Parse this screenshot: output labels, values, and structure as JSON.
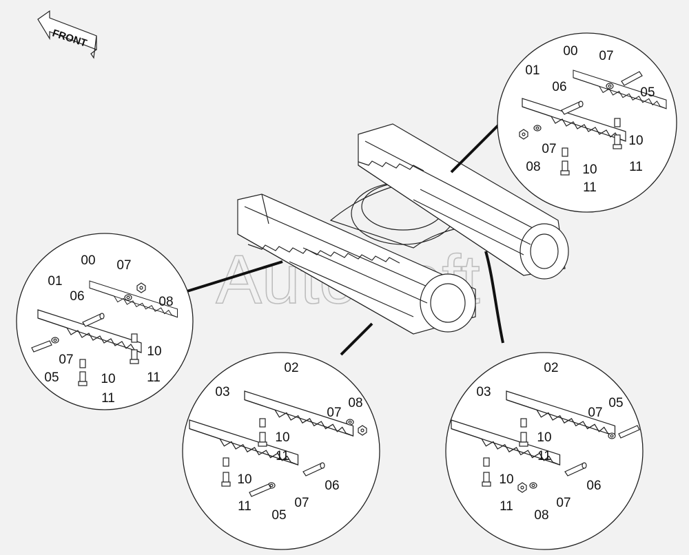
{
  "front_label": "FRONT",
  "watermark": "AutoSoft",
  "detail_views": {
    "upper_right": {
      "labels": {
        "00": "00",
        "07a": "07",
        "05": "05",
        "01": "01",
        "06": "06",
        "08": "08",
        "07b": "07",
        "10a": "10",
        "11a": "11",
        "10b": "10",
        "11b": "11"
      }
    },
    "left": {
      "labels": {
        "00": "00",
        "07a": "07",
        "08": "08",
        "01": "01",
        "06": "06",
        "07b": "07",
        "05": "05",
        "10a": "10",
        "11a": "11",
        "10b": "10",
        "11b": "11"
      }
    },
    "bottom_middle": {
      "labels": {
        "02": "02",
        "03": "03",
        "08": "08",
        "07a": "07",
        "10a": "10",
        "11a": "11",
        "10b": "10",
        "06": "06",
        "11b": "11",
        "05": "05",
        "07b": "07"
      }
    },
    "bottom_right": {
      "labels": {
        "02": "02",
        "03": "03",
        "05": "05",
        "07a": "07",
        "10a": "10",
        "11a": "11",
        "10b": "10",
        "06": "06",
        "11b": "11",
        "08": "08",
        "07b": "07"
      }
    }
  }
}
